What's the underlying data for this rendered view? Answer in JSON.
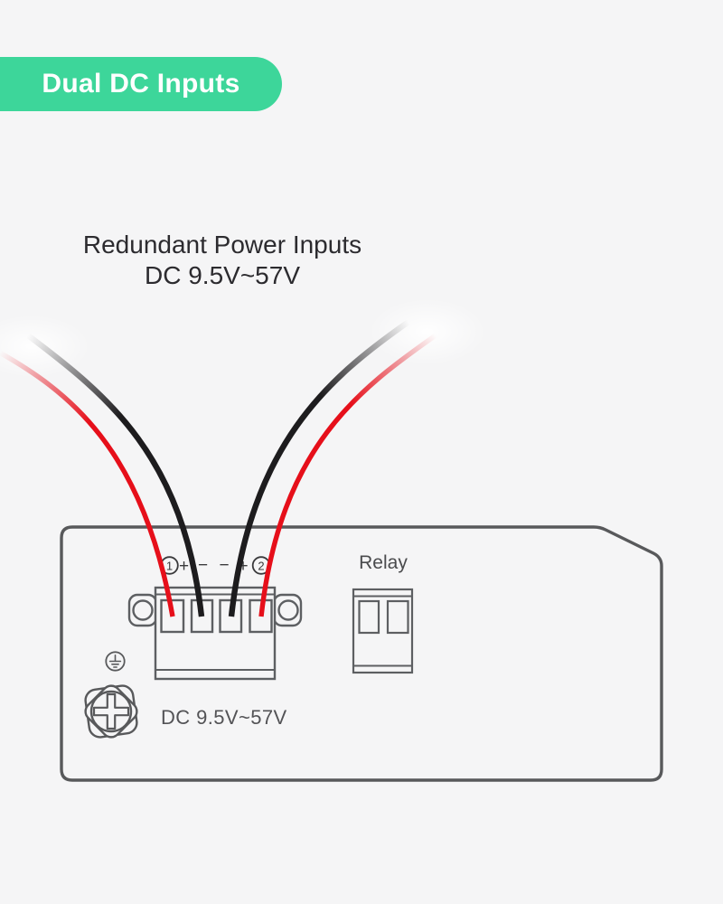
{
  "colors": {
    "background": "#f5f5f6",
    "badge_green": "#3dd69a",
    "badge_text": "#ffffff",
    "heading_text": "#2c2b2f",
    "panel_outline": "#58595b",
    "connector_outline": "#5d5f62",
    "label_gray": "#535356",
    "marking_dark": "#3a3a3c",
    "wire_red": "#e60f1a",
    "wire_black": "#1d1c1e"
  },
  "badge": {
    "label": "Dual DC Inputs"
  },
  "heading": {
    "line1": "Redundant Power Inputs",
    "line2": "DC 9.5V~57V"
  },
  "panel": {
    "relay_label": "Relay",
    "dc_input_label": "DC 9.5V~57V",
    "power_terminal_markings": {
      "input1_number": "1",
      "input1_plus": "+",
      "input1_minus": "−",
      "input2_minus": "−",
      "input2_plus": "+",
      "input2_number": "2"
    }
  }
}
